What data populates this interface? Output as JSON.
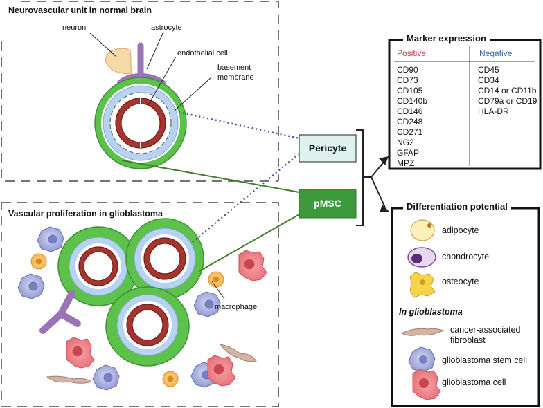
{
  "panels": {
    "normal_title": "Neurovascular unit in normal brain",
    "gbm_title": "Vascular proliferation in glioblastoma"
  },
  "normal_labels": {
    "neuron": "neuron",
    "astrocyte": "astrocyte",
    "endothelial": "endothelial cell",
    "basement_1": "basement",
    "basement_2": "membrane"
  },
  "gbm_labels": {
    "macrophage": "macrophage"
  },
  "center": {
    "pericyte": "Pericyte",
    "pmsc": "pMSC"
  },
  "marker_box": {
    "title": "Marker expression",
    "positive_header": "Positive",
    "negative_header": "Negative",
    "positive": [
      "CD90",
      "CD73",
      "CD105",
      "CD140b",
      "CD146",
      "CD248",
      "CD271",
      "NG2",
      "GFAP",
      "MPZ"
    ],
    "negative": [
      "CD45",
      "CD34",
      "CD14 or CD11b",
      "CD79a or CD19",
      "HLA-DR"
    ]
  },
  "diff_box": {
    "title": "Differentiation potential",
    "adipocyte": "adipocyte",
    "chondrocyte": "chondrocyte",
    "osteocyte": "osteocyte",
    "in_gbm": "In glioblastoma",
    "caf_1": "cancer-associated",
    "caf_2": "fibroblast",
    "gsc": "glioblastoma stem cell",
    "gbm_cell": "glioblastoma cell"
  },
  "colors": {
    "pericyte_green": "#5cc24a",
    "endothelial_red": "#a8342e",
    "basement_blue": "#b8d3f0",
    "astrocyte_purple": "#9b74b8",
    "pmsc_box": "#3d9a3c",
    "pericyte_box": "#dff2ef"
  }
}
